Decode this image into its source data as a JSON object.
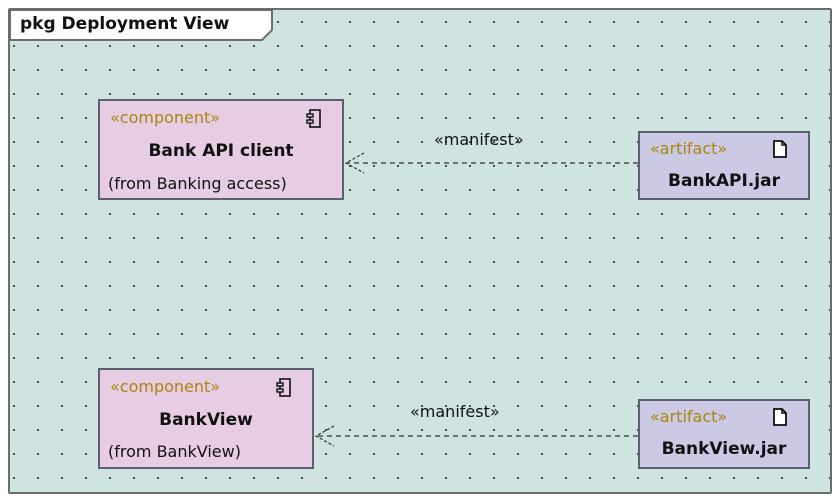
{
  "diagram": {
    "frame_title": "pkg Deployment View",
    "components": [
      {
        "stereotype": "«component»",
        "name": "Bank API client",
        "from": "(from Banking access)",
        "icon": "component-icon"
      },
      {
        "stereotype": "«component»",
        "name": "BankView",
        "from": "(from BankView)",
        "icon": "component-icon"
      }
    ],
    "artifacts": [
      {
        "stereotype": "«artifact»",
        "name": "BankAPI.jar",
        "icon": "document-icon"
      },
      {
        "stereotype": "«artifact»",
        "name": "BankView.jar",
        "icon": "document-icon"
      }
    ],
    "edges": [
      {
        "label": "«manifest»",
        "source": "BankAPI.jar",
        "target": "Bank API client",
        "style": "dashed"
      },
      {
        "label": "«manifest»",
        "source": "BankView.jar",
        "target": "BankView",
        "style": "dashed"
      }
    ],
    "colors": {
      "background": "#cfe3e1",
      "component_fill": "#e6cde4",
      "artifact_fill": "#cbc9e3",
      "stereotype_text": "#a8860e",
      "border": "#5e5e72"
    }
  }
}
